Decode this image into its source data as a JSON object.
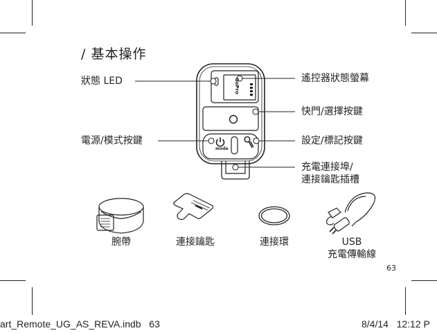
{
  "title": "/ 基本操作",
  "callouts": {
    "status_led": "狀態 LED",
    "remote_status_screen": "遙控器狀態螢幕",
    "shutter_select": "快門/選擇按鍵",
    "power_mode": "電源/模式按鍵",
    "settings_tag": "設定/標記按鍵",
    "charging_port_line1": "充電連接埠/",
    "charging_port_line2": "連接鑰匙插槽"
  },
  "device": {
    "mode_text": "mode",
    "screen_brand": "GoPro"
  },
  "accessories": [
    {
      "label": "腕帶"
    },
    {
      "label": "連接鑰匙"
    },
    {
      "label": "連接環"
    },
    {
      "label_line1": "USB",
      "label_line2": "充電傳輸線"
    }
  ],
  "page_number": "63",
  "footer": {
    "filename": "art_Remote_UG_AS_REVA.indb   63",
    "datetime": "8/4/14   12:12 P"
  }
}
